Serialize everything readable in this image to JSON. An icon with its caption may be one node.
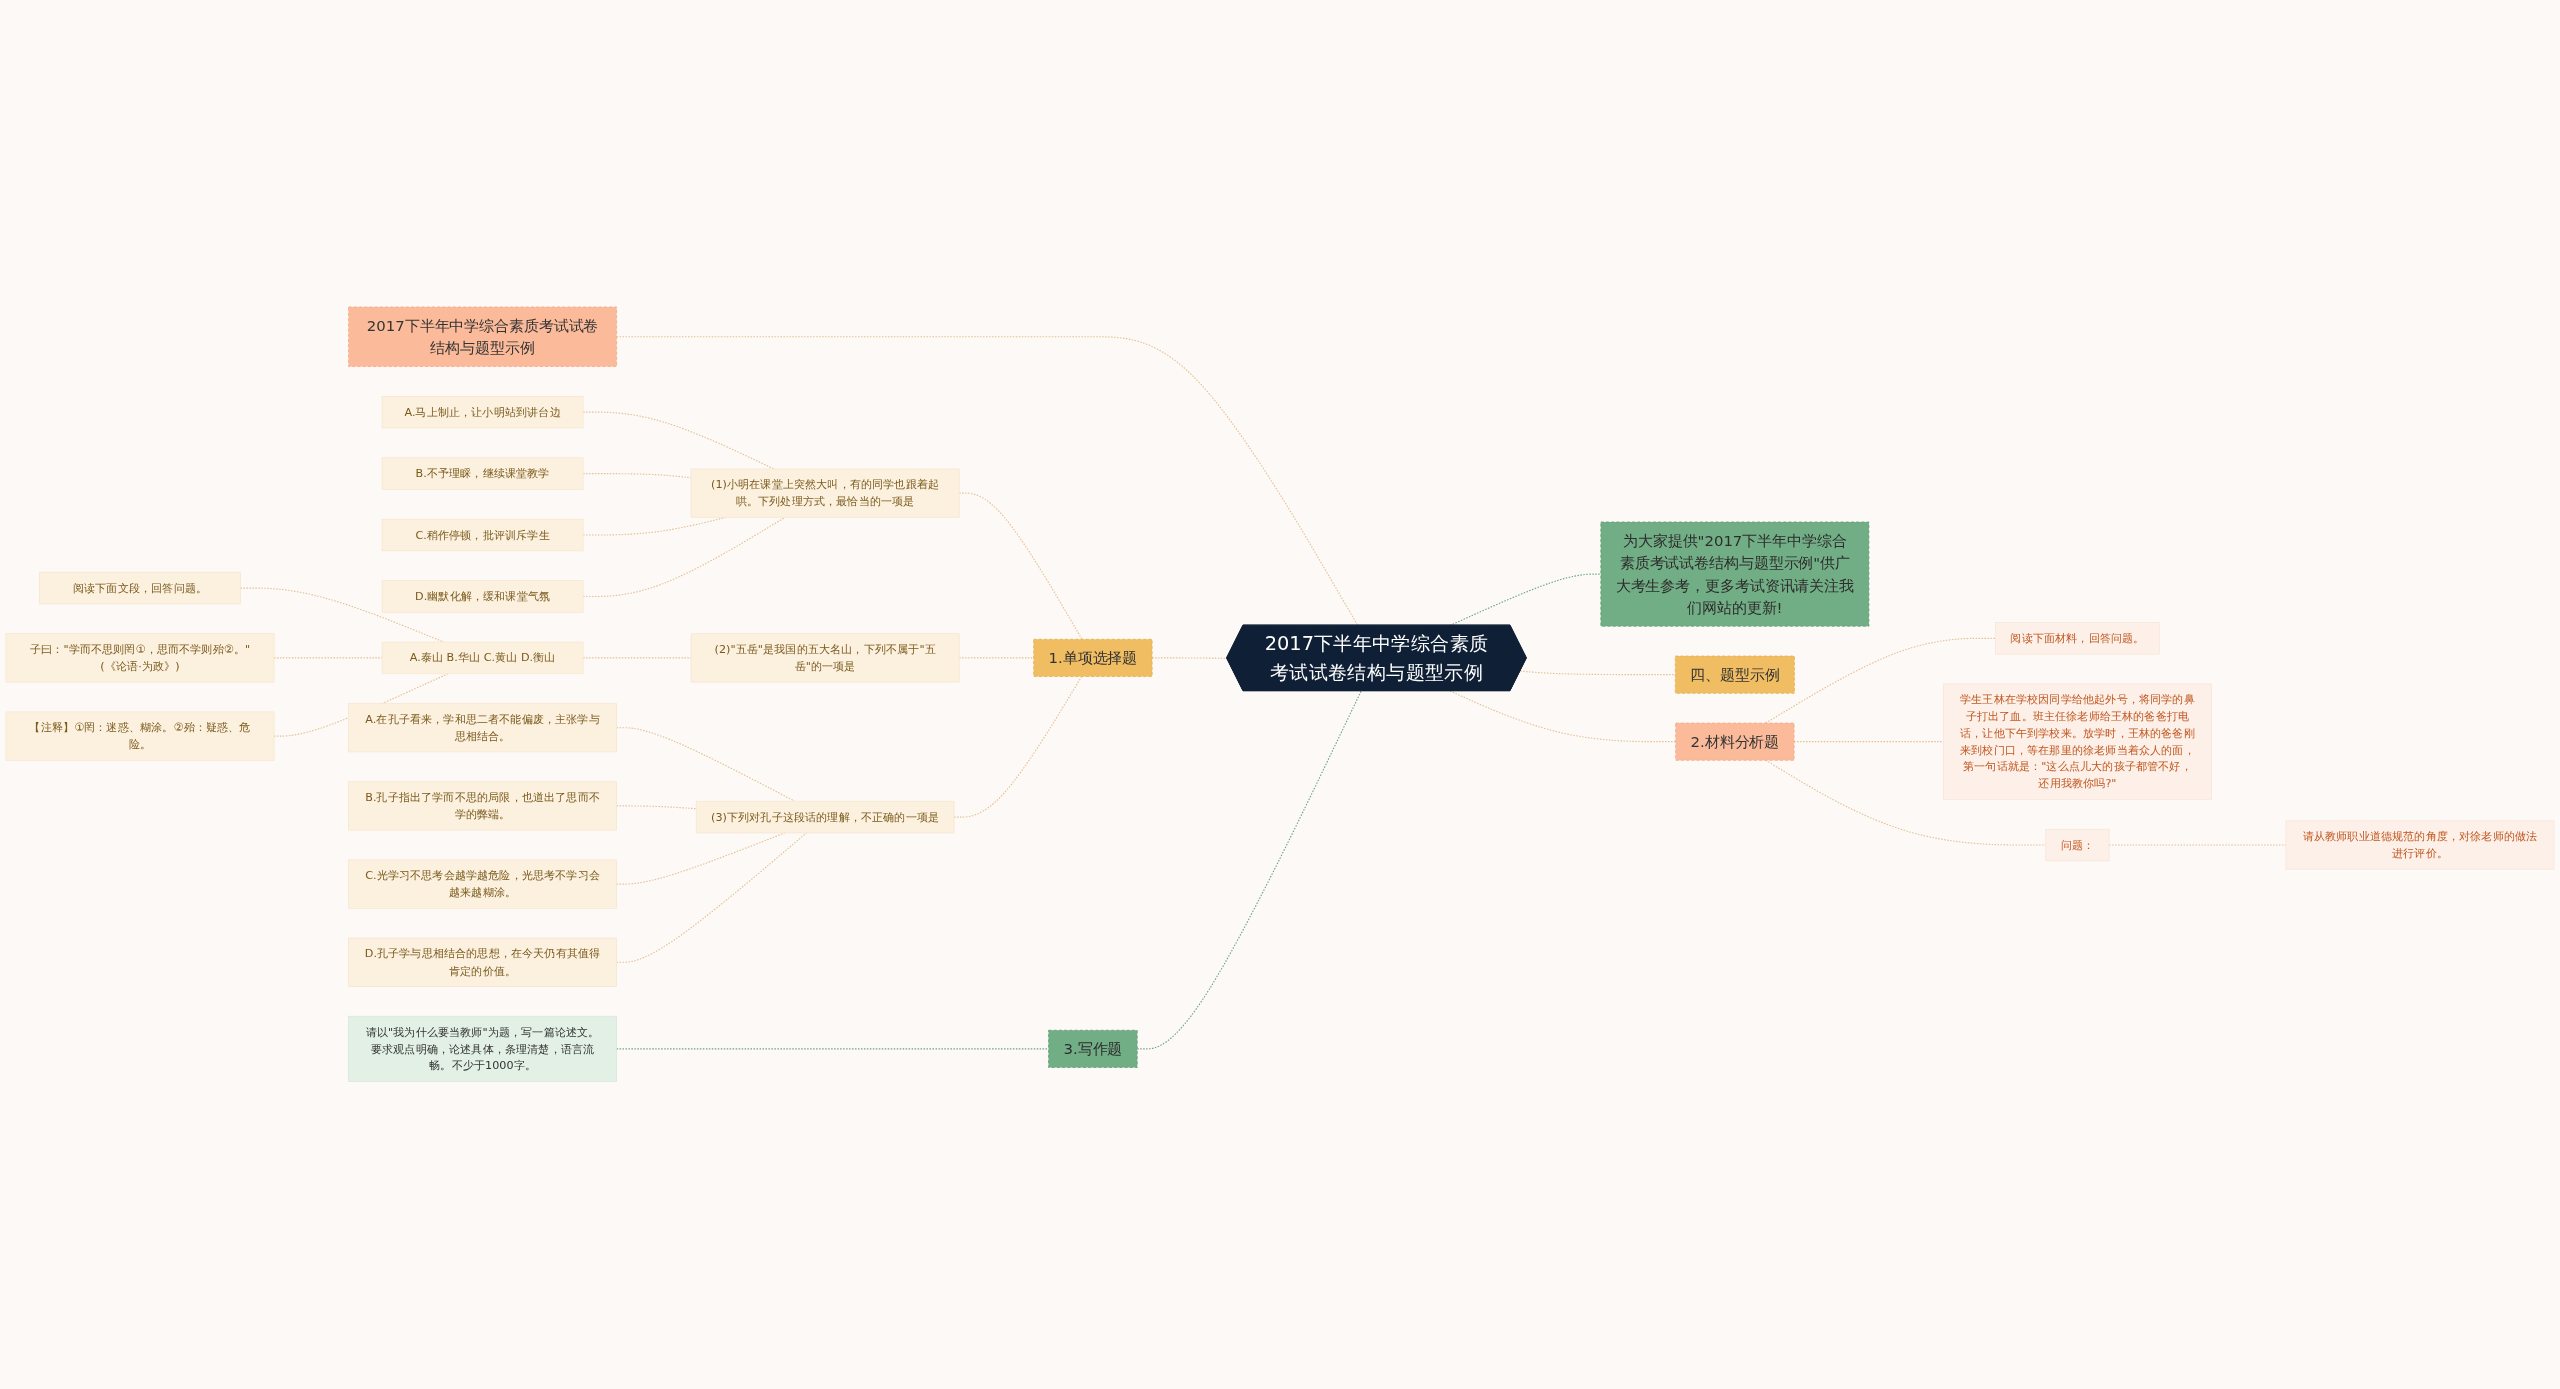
{
  "diagram": {
    "nodes": [
      {
        "text": [
          "2017下半年中学综合素质考试试卷结构与题型示例"
        ]
      },
      {
        "text": [
          "2017下半年中学综合素质考试试卷结构与题型示例"
        ]
      },
      {
        "text": [
          "1.单项选择题"
        ]
      },
      {
        "text": [
          "3.写作题"
        ]
      },
      {
        "text": [
          "(1)小明在课堂上突然大叫，有的同学也跟着起哄。下列处理方式，最恰当的一项是"
        ]
      },
      {
        "text": [
          "A.马上制止，让小明站到讲台边"
        ]
      },
      {
        "text": [
          "B.不予理睬，继续课堂教学"
        ]
      },
      {
        "text": [
          "C.稍作停顿，批评训斥学生"
        ]
      },
      {
        "text": [
          "D.幽默化解，缓和课堂气氛"
        ]
      },
      {
        "text": [
          "(2)\"五岳\"是我国的五大名山，下列不属于\"五岳\"的一项是"
        ]
      },
      {
        "text": [
          "A.泰山 B.华山 C.黄山 D.衡山"
        ]
      },
      {
        "text": [
          "阅读下面文段，回答问题。"
        ]
      },
      {
        "text": [
          "子曰：\"学而不思则罔①，思而不学则殆②。\"(《论语·为政》)"
        ]
      },
      {
        "text": [
          "【注释】①罔：迷惑、糊涂。②殆：疑惑、危险。"
        ]
      },
      {
        "text": [
          "(3)下列对孔子这段话的理解，不正确的一项是"
        ]
      },
      {
        "text": [
          "A.在孔子看来，学和思二者不能偏废，主张学与思相结合。"
        ]
      },
      {
        "text": [
          "B.孔子指出了学而不思的局限，也道出了思而不学的弊端。"
        ]
      },
      {
        "text": [
          "C.光学习不思考会越学越危险，光思考不学习会越来越糊涂。"
        ]
      },
      {
        "text": [
          "D.孔子学与思相结合的思想，在今天仍有其值得肯定的价值。"
        ]
      },
      {
        "text": [
          "请以\"我为什么要当教师\"为题，写一篇论述文。要求观点明确，论述具体，条理清楚，语言流畅。不少于1000字。"
        ]
      },
      {
        "text": [
          "为大家提供\"2017下半年中学综合素质考试试卷结构与题型示例\"供广大考生参考，更多考试资讯请关注我们网站的更新!"
        ]
      },
      {
        "text": [
          "四、题型示例"
        ]
      },
      {
        "text": [
          "2.材料分析题"
        ]
      },
      {
        "text": [
          "阅读下面材料，回答问题。"
        ]
      },
      {
        "text": [
          "学生王林在学校因同学给他起外号，将同学的鼻子打出了血。班主任徐老师给王林的爸爸打电话，让他下午到学校来。放学时，王林的爸爸刚来到校门口，等在那里的徐老师当着众人的面，第一句话就是：\"这么点儿大的孩子都管不好，还用我教你吗?\""
        ]
      },
      {
        "text": [
          "问题："
        ]
      },
      {
        "text": [
          "请从教师职业道德规范的角度，对徐老师的做法进行评价。"
        ]
      }
    ],
    "edges": [
      {
        "from": 1,
        "to": 0,
        "arrow": "none",
        "style": "dashed"
      },
      {
        "from": 2,
        "to": 0,
        "arrow": "none",
        "style": "dashed"
      },
      {
        "from": 3,
        "to": 0,
        "arrow": "none",
        "style": "dashed",
        "color": "#6aa57f"
      },
      {
        "from": 4,
        "to": 2,
        "arrow": "none",
        "style": "dashed"
      },
      {
        "from": 5,
        "to": 4,
        "arrow": "none",
        "style": "dashed"
      },
      {
        "from": 6,
        "to": 4,
        "arrow": "none",
        "style": "dashed"
      },
      {
        "from": 7,
        "to": 4,
        "arrow": "none",
        "style": "dashed"
      },
      {
        "from": 8,
        "to": 4,
        "arrow": "none",
        "style": "dashed"
      },
      {
        "from": 9,
        "to": 2,
        "arrow": "none",
        "style": "dashed"
      },
      {
        "from": 10,
        "to": 9,
        "arrow": "none",
        "style": "dashed"
      },
      {
        "from": 11,
        "to": 10,
        "arrow": "none",
        "style": "dashed"
      },
      {
        "from": 12,
        "to": 10,
        "arrow": "none",
        "style": "dashed"
      },
      {
        "from": 13,
        "to": 10,
        "arrow": "none",
        "style": "dashed"
      },
      {
        "from": 14,
        "to": 2,
        "arrow": "none",
        "style": "dashed"
      },
      {
        "from": 15,
        "to": 14,
        "arrow": "none",
        "style": "dashed"
      },
      {
        "from": 16,
        "to": 14,
        "arrow": "none",
        "style": "dashed"
      },
      {
        "from": 17,
        "to": 14,
        "arrow": "none",
        "style": "dashed"
      },
      {
        "from": 18,
        "to": 14,
        "arrow": "none",
        "style": "dashed"
      },
      {
        "from": 19,
        "to": 3,
        "arrow": "none",
        "style": "dashed",
        "color": "#6aa57f"
      },
      {
        "from": 0,
        "to": 20,
        "arrow": "none",
        "style": "dashed",
        "color": "#6aa57f"
      },
      {
        "from": 0,
        "to": 21,
        "arrow": "none",
        "style": "dashed"
      },
      {
        "from": 0,
        "to": 22,
        "arrow": "none",
        "style": "dashed"
      },
      {
        "from": 22,
        "to": 23,
        "arrow": "none",
        "style": "dashed"
      },
      {
        "from": 22,
        "to": 24,
        "arrow": "none",
        "style": "dashed"
      },
      {
        "from": 22,
        "to": 25,
        "arrow": "none",
        "style": "dashed"
      },
      {
        "from": 25,
        "to": 26,
        "arrow": "none",
        "style": "dashed"
      }
    ]
  }
}
